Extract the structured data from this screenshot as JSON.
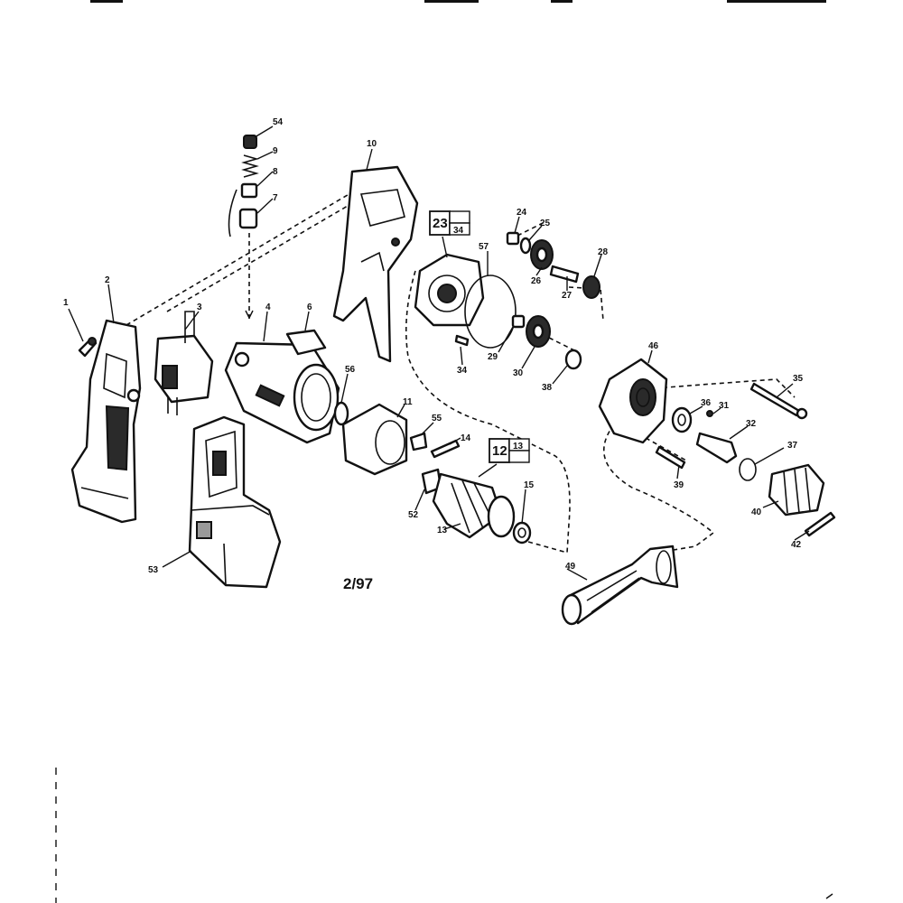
{
  "diagram": {
    "date_code": "2/97",
    "callouts": {
      "c1": "1",
      "c2": "2",
      "c3": "3",
      "c4": "4",
      "c6": "6",
      "c7": "7",
      "c8": "8",
      "c9": "9",
      "c10": "10",
      "c11": "11",
      "c13": "13",
      "c14": "14",
      "c15": "15",
      "c24": "24",
      "c25": "25",
      "c26": "26",
      "c27": "27",
      "c28": "28",
      "c29": "29",
      "c30": "30",
      "c31": "31",
      "c32": "32",
      "c34": "34",
      "c35": "35",
      "c36": "36",
      "c37": "37",
      "c38": "38",
      "c39": "39",
      "c40": "40",
      "c42": "42",
      "c46": "46",
      "c49": "49",
      "c52": "52",
      "c53": "53",
      "c54": "54",
      "c55": "55",
      "c56": "56",
      "c57": "57"
    },
    "kit_boxes": {
      "kit_23_34": {
        "main": "23",
        "sub": "34"
      },
      "kit_12_13": {
        "main": "12",
        "sub": "13"
      }
    }
  }
}
